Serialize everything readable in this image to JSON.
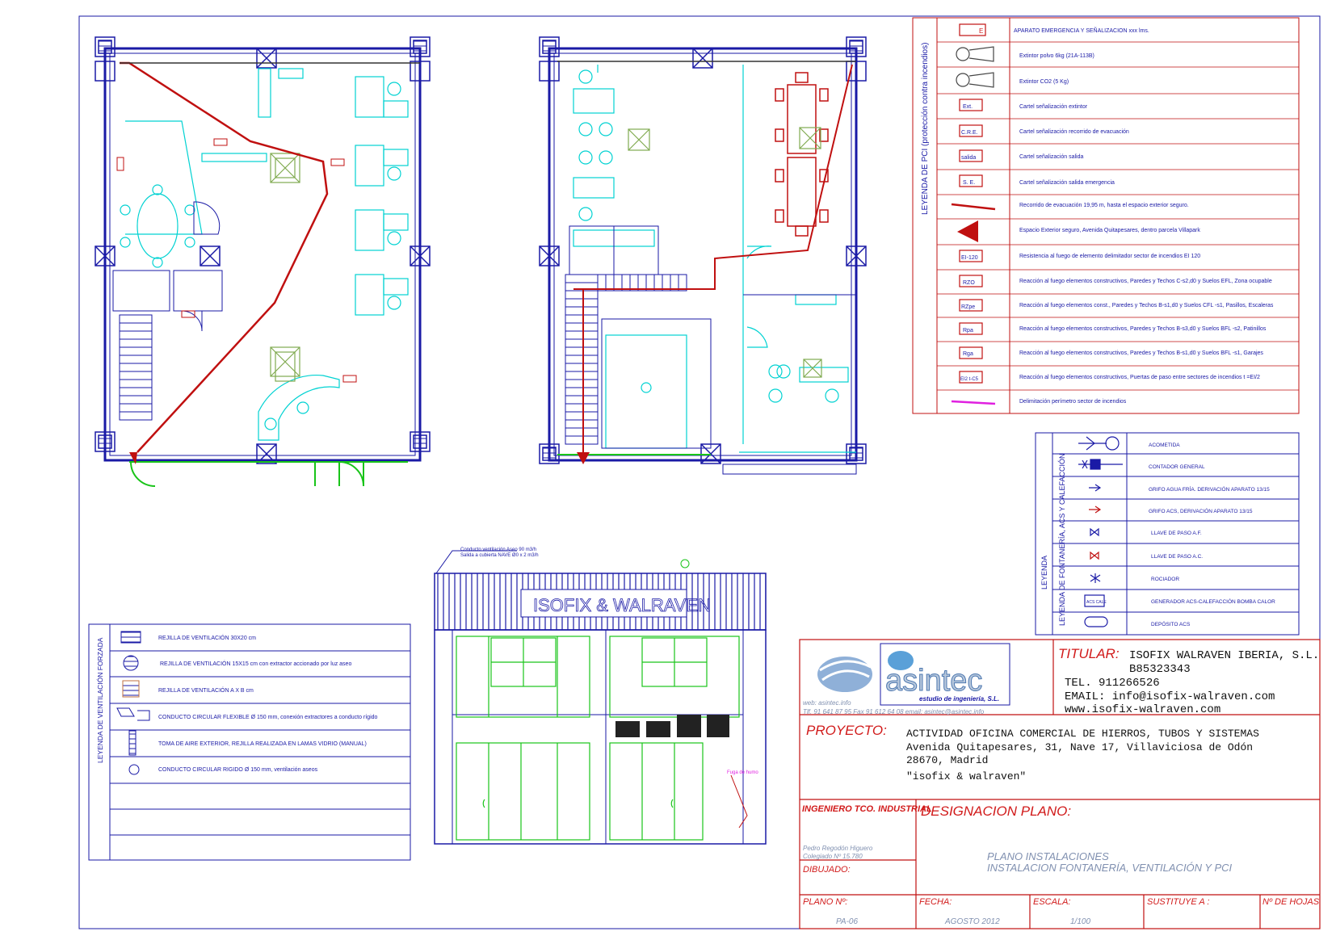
{
  "pci_legend": {
    "title": "LEYENDA DE PCI (protección contra incendios)",
    "items": [
      {
        "symbol": "E",
        "label": "APARATO EMERGENCIA Y SEÑALIZACION xxx lms."
      },
      {
        "symbol": "",
        "label": "Extintor polvo 6kg (21A-113B)"
      },
      {
        "symbol": "",
        "label": "Extintor CO2 (5 Kg)"
      },
      {
        "symbol": "Ext.",
        "label": "Cartel señalización extintor"
      },
      {
        "symbol": "C.R.E.",
        "label": "Cartel señalización recorrido de evacuación"
      },
      {
        "symbol": "salida",
        "label": "Cartel señalización salida"
      },
      {
        "symbol": "S. E.",
        "label": "Cartel señalización salida emergencia"
      },
      {
        "symbol": "",
        "label": "Recorrido de evacuación 19,95 m, hasta el espacio exterior seguro."
      },
      {
        "symbol": "",
        "label": "Espacio Exterior seguro, Avenida Quitapesares, dentro parcela Villapark"
      },
      {
        "symbol": "EI-120",
        "label": "Resistencia al fuego de elemento delimitador sector de incendios EI 120"
      },
      {
        "symbol": "RZO",
        "label": "Reacción al fuego elementos constructivos, Paredes y Techos C-s2,d0 y Suelos EFL, Zona ocupable"
      },
      {
        "symbol": "RZpe",
        "label": "Reacción al fuego elementos const., Paredes y Techos B-s1,d0 y Suelos CFL -s1, Pasillos, Escaleras"
      },
      {
        "symbol": "Rpa",
        "label": "Reacción al fuego elementos constructivos, Paredes y Techos B-s3,d0  y Suelos BFL -s2, Patinillos"
      },
      {
        "symbol": "Rga",
        "label": "Reacción al fuego elementos constructivos, Paredes y Techos B-s1,d0  y Suelos BFL -s1, Garajes"
      },
      {
        "symbol": "EI2 t-C5",
        "label": "Reacción al fuego elementos constructivos, Puertas de paso entre sectores de incendios t =EI/2"
      },
      {
        "symbol": "",
        "label": "Delimitación perímetro sector de incendios"
      }
    ]
  },
  "plumbing_legend": {
    "title_outer": "LEYENDA",
    "title_inner": "LEYENDA DE FONTANERÍA, ACS Y CALEFACCIÓN",
    "items": [
      {
        "symbol": "",
        "label": "ACOMETIDA"
      },
      {
        "symbol": "",
        "label": "CONTADOR GENERAL"
      },
      {
        "symbol": "",
        "label": "GRIFO AGUA FRÍA. DERIVACIÓN APARATO 13/15"
      },
      {
        "symbol": "",
        "label": "GRIFO ACS, DERIVACIÓN APARATO 13/15"
      },
      {
        "symbol": "",
        "label": "LLAVE DE PASO A.F."
      },
      {
        "symbol": "",
        "label": "LLAVE DE PASO A.C."
      },
      {
        "symbol": "",
        "label": "ROCIADOR"
      },
      {
        "symbol": "ACS CALE",
        "label": "GENERADOR ACS-CALEFACCIÓN BOMBA CALOR"
      },
      {
        "symbol": "",
        "label": "DEPÓSITO ACS"
      }
    ]
  },
  "ventilation_legend": {
    "title": "LEYENDA DE VENTILACIÓN FORZADA",
    "items": [
      {
        "label": "REJILLA DE VENTILACIÓN 30X20 cm"
      },
      {
        "label": "REJILLA DE VENTILACIÓN 15X15 cm con extractor accionado por luz aseo"
      },
      {
        "label": "REJILLA DE VENTILACIÓN A X B  cm"
      },
      {
        "label": "CONDUCTO CIRCULAR FLEXIBLE Ø 150 mm, conexión extractores a conducto rígido"
      },
      {
        "label": "TOMA DE AIRE EXTERIOR, REJILLA REALIZADA EN LAMAS VIDRIO (MANUAL)"
      },
      {
        "label": "CONDUCTO CIRCULAR RIGIDO Ø 150 mm, ventilación aseos"
      }
    ]
  },
  "facade": {
    "note_line1": "Conducto ventilación Aseo 90 m3/h",
    "note_line2": "Salida a cubierta NAVE Ø0 x 2 m3/h",
    "sign_text": "ISOFIX & WALRAVEN",
    "side_note": "Fuga de humo"
  },
  "title_block": {
    "web": "web: asintec.info",
    "contact": "Tlf. 91 641 87 95     Fax 91 612 64 08     email: asintec@asintec.info",
    "logo_main": "asintec",
    "logo_sub": "estudio de ingeniería, S.L.",
    "titular_label": "TITULAR:",
    "titular_name": "ISOFIX WALRAVEN IBERIA, S.L.",
    "titular_cif": "B85323343",
    "titular_tel": "TEL. 911266526",
    "titular_email": "EMAIL: info@isofix-walraven.com",
    "titular_web": "www.isofix-walraven.com",
    "proyecto_label": "PROYECTO:",
    "proyecto_line1": "ACTIVIDAD OFICINA COMERCIAL DE HIERROS, TUBOS Y SISTEMAS",
    "proyecto_line2": "Avenida Quitapesares, 31, Nave 17, Villaviciosa de Odón",
    "proyecto_line3": "28670, Madrid",
    "proyecto_line4": "\"isofix & walraven\"",
    "ingeniero_label": "INGENIERO TCO. INDUSTRIAL",
    "designacion_label": "DESIGNACION PLANO:",
    "ingeniero_name": "Pedro Regodón Higuero",
    "colegiado": "Colegiado Nº 15.780",
    "dibujado_label": "DIBUJADO:",
    "plano_title1": "PLANO INSTALACIONES",
    "plano_title2": "INSTALACION  FONTANERÍA, VENTILACIÓN Y PCI",
    "plano_n_label": "PLANO Nº:",
    "plano_n": "PA-06",
    "fecha_label": "FECHA:",
    "fecha": "AGOSTO 2012",
    "escala_label": "ESCALA:",
    "escala": "1/100",
    "sustituye_label": "SUSTITUYE A :",
    "hojas_label": "Nº DE HOJAS"
  },
  "colors": {
    "blue": "#1a1aa6",
    "cyan": "#00d2d2",
    "red": "#c01010",
    "green": "#19c419",
    "magenta": "#e020e0",
    "olive": "#7faa4f"
  }
}
